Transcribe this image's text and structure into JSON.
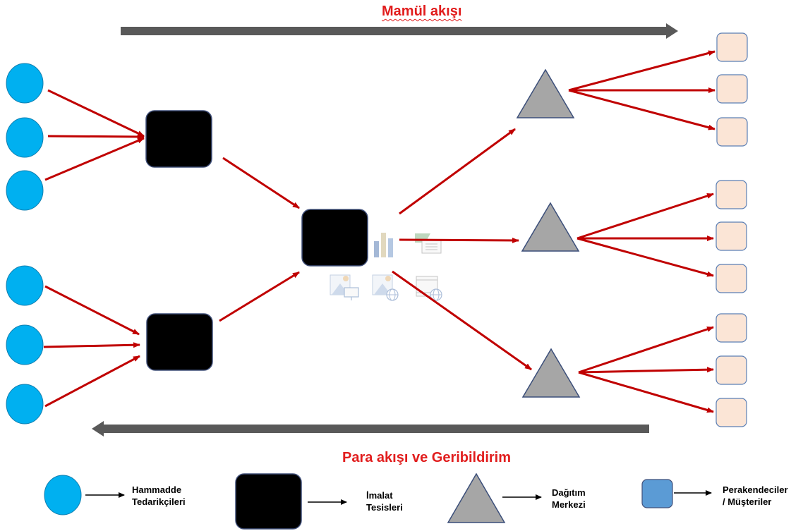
{
  "titles": {
    "product_flow": "Mamül akışı",
    "money_flow": "Para akışı ve Geribildirim"
  },
  "legend": {
    "raw_suppliers": "Hammadde\nTedarikçileri",
    "manufacturing": "İmalat\nTesisleri",
    "distribution": "Dağıtım\nMerkezi",
    "retailers": "Perakendeciler\n/ Müşteriler"
  },
  "colors": {
    "supplier_fill": "#00b0f0",
    "plant_fill": "#000000",
    "dc_fill": "#a6a6a6",
    "retailer_fill": "#fbe5d6",
    "retailer_stroke": "#5b7fb5",
    "legend_retailer_fill": "#5b9bd5",
    "flow_arrow": "#c00000",
    "band_arrow": "#595959",
    "title_text": "#e11d1d"
  }
}
